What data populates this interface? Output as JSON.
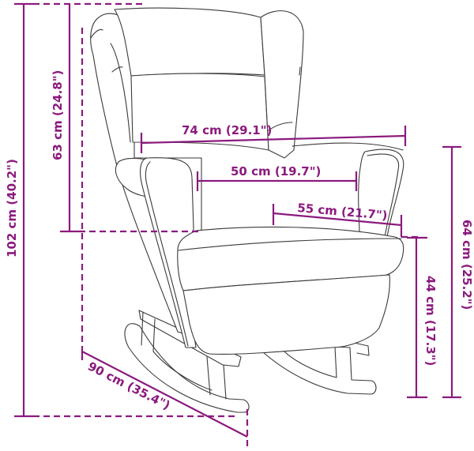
{
  "diagram": {
    "subject": "Rocking wingback armchair",
    "dimension_color": "#8b1a7e",
    "line_color": "#3a3a3a",
    "dimensions": {
      "overall_width": {
        "label": "74 cm (29.1\")"
      },
      "seat_width": {
        "label": "50 cm (19.7\")"
      },
      "seat_depth": {
        "label": "55 cm (21.7\")"
      },
      "overall_height": {
        "label": "102 cm (40.2\")"
      },
      "backrest_height": {
        "label": "63 cm (24.8\")"
      },
      "armrest_height": {
        "label": "64 cm (25.2\")"
      },
      "seat_height": {
        "label": "44 cm (17.3\")"
      },
      "overall_depth": {
        "label": "90 cm (35.4\")"
      }
    }
  }
}
